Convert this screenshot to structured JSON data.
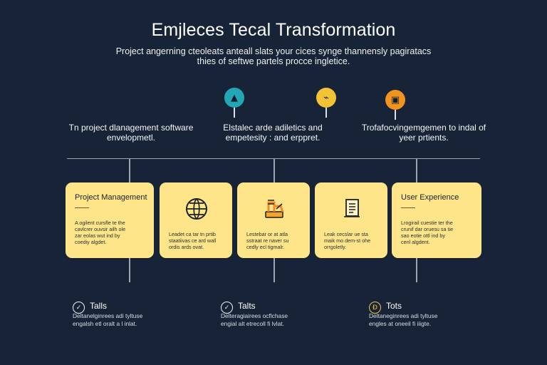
{
  "header": {
    "title": "Emjleces Tecal Transformation",
    "subtitle": "Project angerning cteoleats anteall slats your cices synge thannensly pagiratacs thies of seftwe partels procce ingletice."
  },
  "top_steps": [
    {
      "icon": "triangle-icon",
      "color": "#23a7b7",
      "caption": "Tn project dlanagement software envelopmetl."
    },
    {
      "icon": "leaf-icon",
      "color": "#f2c335",
      "caption": "Elstalec arde adiletics and empetesity : and erppret."
    },
    {
      "icon": "box-icon",
      "color": "#f0941f",
      "caption": "Trofafocvingemgemen to indal of yeer prtients."
    }
  ],
  "cards": [
    {
      "title": "Project Management",
      "icon": "",
      "text": "A ogilent cursfle te the\ncavlcrer ouvsir ailh ole\nzar eolas wut ind by\ncoediy algdet."
    },
    {
      "title": "",
      "icon": "globe-icon",
      "text": "Leadet ca tar tn prtib\nstaatiivas ce ard wall\nordis ards ovat."
    },
    {
      "title": "",
      "icon": "chart-icon",
      "text": "Lestebar or at atla\nsstraat re naver su\ncedly ecl tigmalr."
    },
    {
      "title": "",
      "icon": "document-icon",
      "text": "Leak cecslar ue sta\nmaik mo dem-st ohe\norrgoletly."
    },
    {
      "title": "User Experience",
      "icon": "",
      "text": "Lrogirail cuestie ter the\ncrunif dar oruesu sa tie\nsao eotie ottl ind by\ncenl algdent."
    }
  ],
  "bottom_items": [
    {
      "icon": "check-icon",
      "title": "Talls",
      "text": "Deltanelginrees adi tyltuse\nengalsh etl oralt a l inlat."
    },
    {
      "icon": "check-icon",
      "title": "Talts",
      "text": "Delteragiairees ocflchase\nengial alt etrecoll fi lvlat."
    },
    {
      "icon": "coin-icon",
      "title": "Tots",
      "text": "Deltaneginrees adi tyltuse\nengles at oneeil fi iiigte."
    }
  ],
  "colors": {
    "background": "#172336",
    "card": "#ffe58a",
    "text": "#ffffff",
    "line": "#9aa6b3"
  }
}
